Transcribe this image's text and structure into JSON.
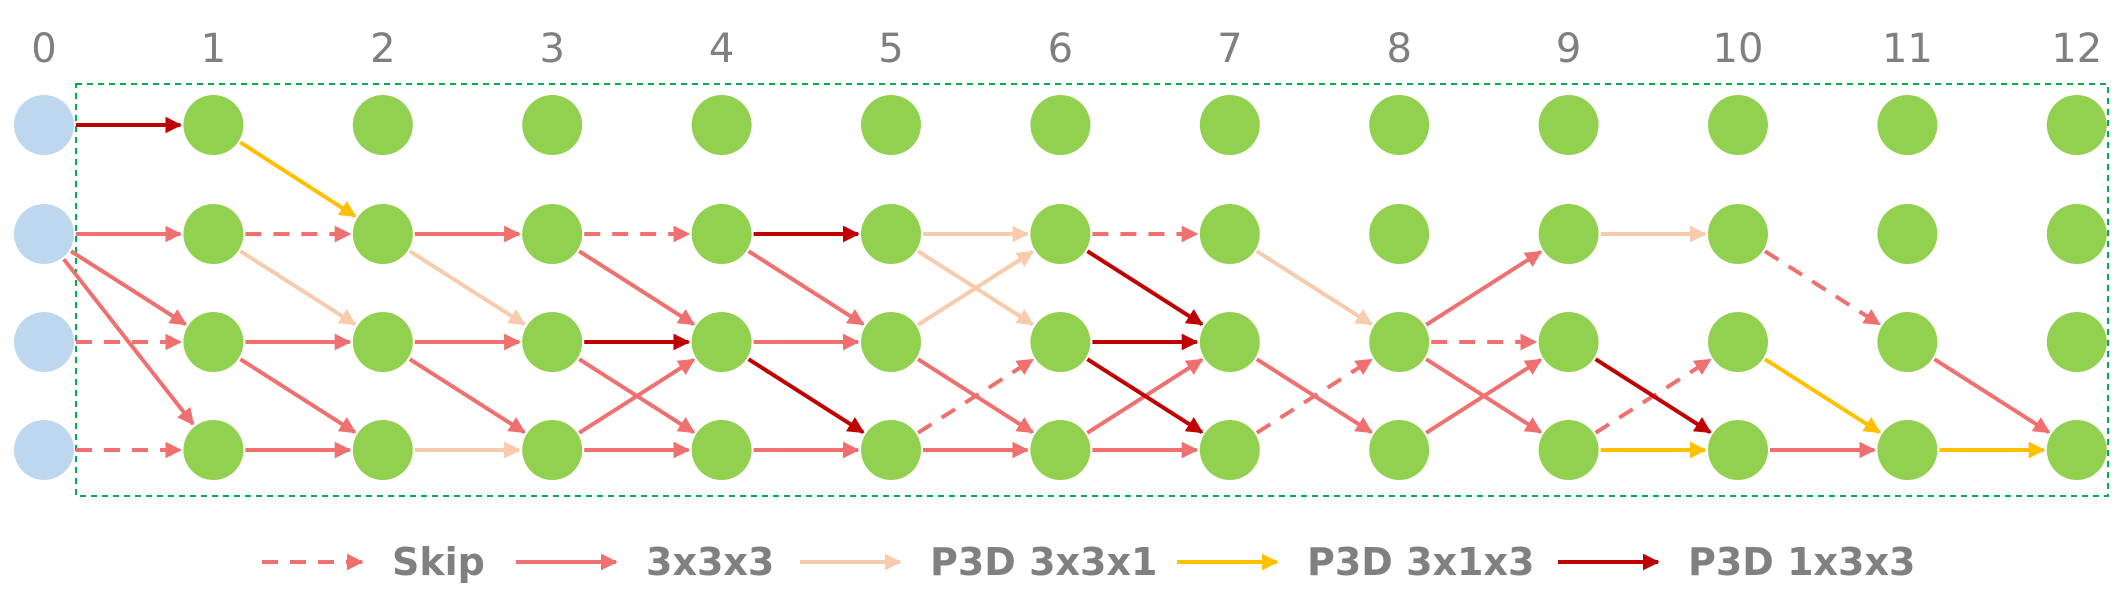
{
  "columns": [
    "0",
    "1",
    "2",
    "3",
    "4",
    "5",
    "6",
    "7",
    "8",
    "9",
    "10",
    "11",
    "12"
  ],
  "rows": 4,
  "colors": {
    "input_node": "#bdd7ee",
    "layer_node": "#92d050",
    "search_box": "#00b050",
    "skip": "#f07070",
    "conv3x3x3": "#f07070",
    "p3d_3x3x1": "#f8cbad",
    "p3d_3x1x3": "#ffc000",
    "p3d_1x3x3": "#c00000"
  },
  "legend": [
    {
      "type": "skip",
      "label": "Skip",
      "dashed": true,
      "color": "#f07070"
    },
    {
      "type": "conv3x3x3",
      "label": "3x3x3",
      "dashed": false,
      "color": "#f07070"
    },
    {
      "type": "p3d_3x3x1",
      "label": "P3D 3x3x1",
      "dashed": false,
      "color": "#f8cbad"
    },
    {
      "type": "p3d_3x1x3",
      "label": "P3D 3x1x3",
      "dashed": false,
      "color": "#ffc000"
    },
    {
      "type": "p3d_1x3x3",
      "label": "P3D 1x3x3",
      "dashed": false,
      "color": "#c00000"
    }
  ],
  "edges": [
    {
      "from": [
        0,
        0
      ],
      "to": [
        1,
        0
      ],
      "type": "p3d_1x3x3"
    },
    {
      "from": [
        1,
        0
      ],
      "to": [
        2,
        1
      ],
      "type": "p3d_3x1x3"
    },
    {
      "from": [
        0,
        1
      ],
      "to": [
        1,
        1
      ],
      "type": "conv3x3x3"
    },
    {
      "from": [
        0,
        1
      ],
      "to": [
        1,
        2
      ],
      "type": "conv3x3x3"
    },
    {
      "from": [
        0,
        1
      ],
      "to": [
        1,
        3
      ],
      "type": "conv3x3x3"
    },
    {
      "from": [
        0,
        2
      ],
      "to": [
        1,
        2
      ],
      "type": "skip"
    },
    {
      "from": [
        0,
        3
      ],
      "to": [
        1,
        3
      ],
      "type": "skip"
    },
    {
      "from": [
        1,
        1
      ],
      "to": [
        2,
        1
      ],
      "type": "skip"
    },
    {
      "from": [
        1,
        1
      ],
      "to": [
        2,
        2
      ],
      "type": "p3d_3x3x1"
    },
    {
      "from": [
        1,
        2
      ],
      "to": [
        2,
        2
      ],
      "type": "conv3x3x3"
    },
    {
      "from": [
        1,
        2
      ],
      "to": [
        2,
        3
      ],
      "type": "conv3x3x3"
    },
    {
      "from": [
        1,
        3
      ],
      "to": [
        2,
        3
      ],
      "type": "conv3x3x3"
    },
    {
      "from": [
        2,
        1
      ],
      "to": [
        3,
        1
      ],
      "type": "conv3x3x3"
    },
    {
      "from": [
        2,
        1
      ],
      "to": [
        3,
        2
      ],
      "type": "p3d_3x3x1"
    },
    {
      "from": [
        2,
        2
      ],
      "to": [
        3,
        2
      ],
      "type": "conv3x3x3"
    },
    {
      "from": [
        2,
        2
      ],
      "to": [
        3,
        3
      ],
      "type": "conv3x3x3"
    },
    {
      "from": [
        2,
        3
      ],
      "to": [
        3,
        3
      ],
      "type": "p3d_3x3x1"
    },
    {
      "from": [
        3,
        1
      ],
      "to": [
        4,
        1
      ],
      "type": "skip"
    },
    {
      "from": [
        3,
        1
      ],
      "to": [
        4,
        2
      ],
      "type": "conv3x3x3"
    },
    {
      "from": [
        3,
        2
      ],
      "to": [
        4,
        2
      ],
      "type": "p3d_1x3x3"
    },
    {
      "from": [
        3,
        2
      ],
      "to": [
        4,
        3
      ],
      "type": "conv3x3x3"
    },
    {
      "from": [
        3,
        3
      ],
      "to": [
        4,
        3
      ],
      "type": "conv3x3x3"
    },
    {
      "from": [
        3,
        3
      ],
      "to": [
        4,
        2
      ],
      "type": "conv3x3x3"
    },
    {
      "from": [
        4,
        1
      ],
      "to": [
        5,
        1
      ],
      "type": "p3d_1x3x3"
    },
    {
      "from": [
        4,
        1
      ],
      "to": [
        5,
        2
      ],
      "type": "conv3x3x3"
    },
    {
      "from": [
        4,
        2
      ],
      "to": [
        5,
        2
      ],
      "type": "conv3x3x3"
    },
    {
      "from": [
        4,
        2
      ],
      "to": [
        5,
        3
      ],
      "type": "p3d_1x3x3"
    },
    {
      "from": [
        4,
        3
      ],
      "to": [
        5,
        3
      ],
      "type": "conv3x3x3"
    },
    {
      "from": [
        5,
        1
      ],
      "to": [
        6,
        1
      ],
      "type": "p3d_3x3x1"
    },
    {
      "from": [
        5,
        1
      ],
      "to": [
        6,
        2
      ],
      "type": "p3d_3x3x1"
    },
    {
      "from": [
        5,
        2
      ],
      "to": [
        6,
        1
      ],
      "type": "p3d_3x3x1"
    },
    {
      "from": [
        5,
        2
      ],
      "to": [
        6,
        3
      ],
      "type": "conv3x3x3"
    },
    {
      "from": [
        5,
        3
      ],
      "to": [
        6,
        2
      ],
      "type": "skip"
    },
    {
      "from": [
        5,
        3
      ],
      "to": [
        6,
        3
      ],
      "type": "conv3x3x3"
    },
    {
      "from": [
        6,
        1
      ],
      "to": [
        7,
        1
      ],
      "type": "skip"
    },
    {
      "from": [
        6,
        1
      ],
      "to": [
        7,
        2
      ],
      "type": "p3d_1x3x3"
    },
    {
      "from": [
        6,
        2
      ],
      "to": [
        7,
        2
      ],
      "type": "p3d_1x3x3"
    },
    {
      "from": [
        6,
        2
      ],
      "to": [
        7,
        3
      ],
      "type": "p3d_1x3x3"
    },
    {
      "from": [
        6,
        3
      ],
      "to": [
        7,
        3
      ],
      "type": "conv3x3x3"
    },
    {
      "from": [
        6,
        3
      ],
      "to": [
        7,
        2
      ],
      "type": "conv3x3x3"
    },
    {
      "from": [
        7,
        1
      ],
      "to": [
        8,
        2
      ],
      "type": "p3d_3x3x1"
    },
    {
      "from": [
        7,
        2
      ],
      "to": [
        8,
        3
      ],
      "type": "conv3x3x3"
    },
    {
      "from": [
        7,
        3
      ],
      "to": [
        8,
        2
      ],
      "type": "skip"
    },
    {
      "from": [
        8,
        2
      ],
      "to": [
        9,
        1
      ],
      "type": "conv3x3x3"
    },
    {
      "from": [
        8,
        2
      ],
      "to": [
        9,
        2
      ],
      "type": "skip"
    },
    {
      "from": [
        8,
        2
      ],
      "to": [
        9,
        3
      ],
      "type": "conv3x3x3"
    },
    {
      "from": [
        8,
        3
      ],
      "to": [
        9,
        2
      ],
      "type": "conv3x3x3"
    },
    {
      "from": [
        9,
        1
      ],
      "to": [
        10,
        1
      ],
      "type": "p3d_3x3x1"
    },
    {
      "from": [
        9,
        2
      ],
      "to": [
        10,
        3
      ],
      "type": "p3d_1x3x3"
    },
    {
      "from": [
        9,
        3
      ],
      "to": [
        10,
        2
      ],
      "type": "skip"
    },
    {
      "from": [
        9,
        3
      ],
      "to": [
        10,
        3
      ],
      "type": "p3d_3x1x3"
    },
    {
      "from": [
        10,
        1
      ],
      "to": [
        11,
        2
      ],
      "type": "skip"
    },
    {
      "from": [
        10,
        2
      ],
      "to": [
        11,
        3
      ],
      "type": "p3d_3x1x3"
    },
    {
      "from": [
        10,
        3
      ],
      "to": [
        11,
        3
      ],
      "type": "conv3x3x3"
    },
    {
      "from": [
        11,
        2
      ],
      "to": [
        12,
        3
      ],
      "type": "conv3x3x3"
    },
    {
      "from": [
        11,
        3
      ],
      "to": [
        12,
        3
      ],
      "type": "p3d_3x1x3"
    }
  ]
}
